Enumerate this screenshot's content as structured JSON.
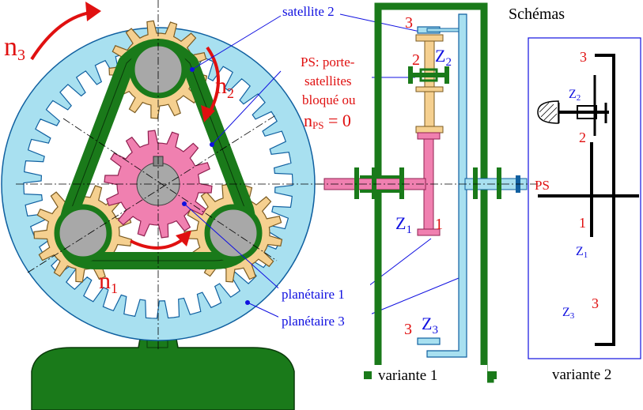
{
  "labels": {
    "n3": "n",
    "n3_sub": "3",
    "n2": "n",
    "n2_sub": "2",
    "n1": "n",
    "n1_sub": "1",
    "satellite2": "satellite 2",
    "ps_line1": "PS: porte-",
    "ps_line2": "satellites",
    "ps_line3": "bloqué ou",
    "ps_line4_n": "n",
    "ps_line4_sub": "PS",
    "ps_line4_tail": " = 0",
    "planetaire1": "planétaire 1",
    "planetaire3": "planétaire 3",
    "schemas": "Schémas",
    "variante1": "variante 1",
    "variante2": "variante 2"
  },
  "variante1": {
    "num_3_top": "3",
    "num_2": "2",
    "z2": "Z",
    "z2_sub": "2",
    "z1": "Z",
    "z1_sub": "1",
    "num_1": "1",
    "num_3_bottom": "3",
    "z3": "Z",
    "z3_sub": "3"
  },
  "variante2": {
    "num_3_top": "3",
    "z2": "Z",
    "z2_sub": "2",
    "num_2": "2",
    "ps": "PS",
    "num_1": "1",
    "z1": "Z",
    "z1_sub": "1",
    "z3": "Z",
    "z3_sub": "3",
    "num_3_bottom": "3"
  },
  "colors": {
    "ring": "#a8e0f0",
    "carrier": "#1a7a1a",
    "planet": "#f5d090",
    "sun": "#f080b0",
    "shaft": "#a8a8a8",
    "arrow": "#e01010",
    "label_blue": "#1010e0"
  }
}
